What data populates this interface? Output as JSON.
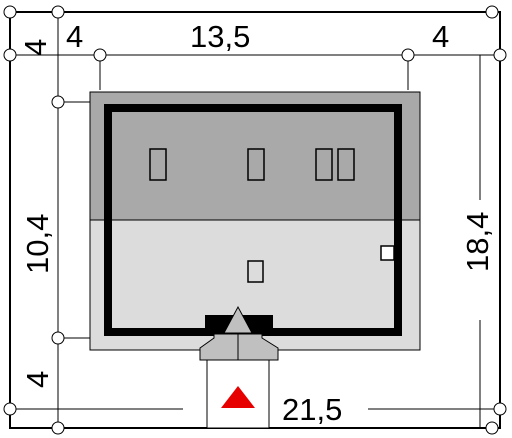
{
  "site_plan": {
    "dimensions": {
      "front_setback_left": "4",
      "building_width": "13,5",
      "front_setback_right": "4",
      "plot_depth": "18,4",
      "building_depth": "10,4",
      "rear_setback": "4",
      "plot_width": "21,5"
    },
    "colors": {
      "roof_dark": "#a9a9a9",
      "roof_light": "#dcdcdc",
      "wall_outline": "#000000",
      "entrance_arrow": "#e60000",
      "background": "#ffffff"
    },
    "icons": {
      "entrance_marker": "north-arrow-triangle"
    }
  }
}
